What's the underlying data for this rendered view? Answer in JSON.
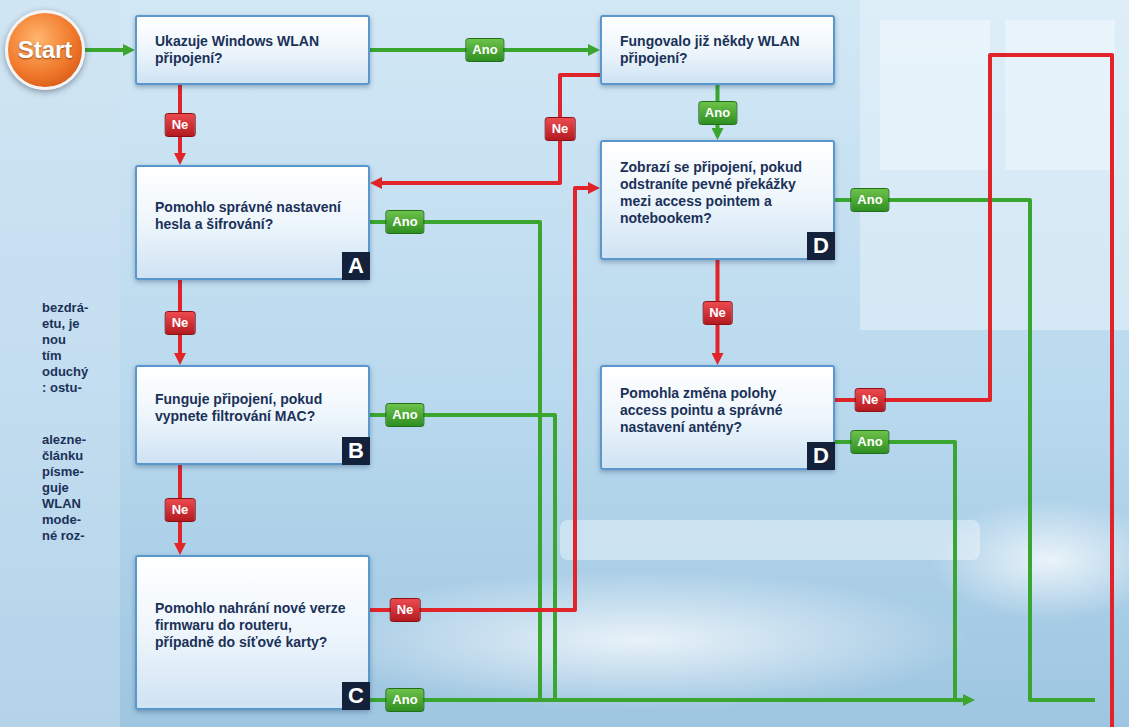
{
  "diagram": {
    "nodes": [
      {
        "text": [
          "Start"
        ]
      },
      {
        "text": [
          "Ukazuje Windows WLAN připojení?"
        ]
      },
      {
        "text": [
          "Fungovalo již někdy WLAN připojení?"
        ]
      },
      {
        "text": [
          "Pomohlo správné nastavení hesla a šifrování?",
          "A"
        ]
      },
      {
        "text": [
          "Zobrazí se připojení, pokud odstraníte pevné překážky mezi access pointem a notebookem?",
          "D"
        ]
      },
      {
        "text": [
          "Funguje připojení, pokud vypnete filtrování MAC?",
          "B"
        ]
      },
      {
        "text": [
          "Pomohla změna polohy access pointu a správné nastavení antény?",
          "D"
        ]
      },
      {
        "text": [
          "Pomohlo nahrání nové verze firmwaru do routeru, případně do síťové karty?",
          "C"
        ]
      }
    ],
    "edges": [
      {
        "from": 0,
        "to": 1,
        "arrow": "to"
      },
      {
        "from": 1,
        "to": 2,
        "label": "Ano",
        "arrow": "to"
      },
      {
        "from": 1,
        "to": 3,
        "label": "Ne",
        "arrow": "to"
      },
      {
        "from": 2,
        "to": 3,
        "label": "Ne",
        "arrow": "to"
      },
      {
        "from": 2,
        "to": 4,
        "label": "Ano",
        "arrow": "to"
      },
      {
        "from": 3,
        "to": 5,
        "label": "Ne",
        "arrow": "to"
      },
      {
        "from": 5,
        "to": 7,
        "label": "Ne",
        "arrow": "to"
      },
      {
        "from": 7,
        "to": 4,
        "label": "Ne",
        "arrow": "to"
      },
      {
        "from": 4,
        "to": 6,
        "label": "Ne",
        "arrow": "to"
      }
    ],
    "labels": [
      "bezdrá- etu, je nou tím oduchý : ostu-",
      "alezne- článku písme- guje WLAN mode- né roz-",
      "Ano",
      "Ano",
      "Ano",
      "Ano",
      "Ne",
      "Ano"
    ]
  }
}
